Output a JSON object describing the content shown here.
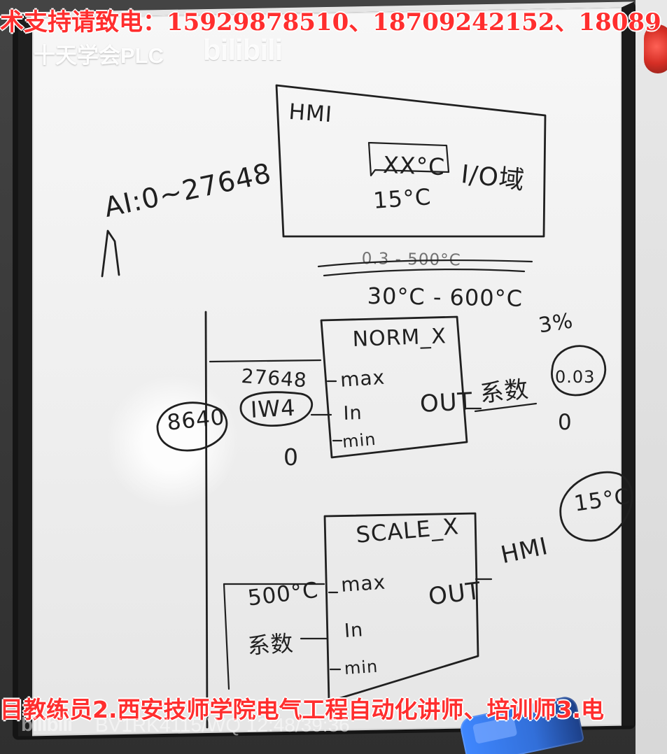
{
  "overlay": {
    "top_banner": "术支持请致电：15929878510、18709242152、18089",
    "course_title": "十天学会PLC",
    "top_logo": "bilibili",
    "bottom_banner": "目教练员2.西安技师学院电气工程自动化讲师、培训师3.电",
    "bottom_logo": "bilibili",
    "video_info": "BV1RK4115/WQ 12:48/39:36"
  },
  "whiteboard": {
    "hmi_title": "HMI",
    "display_value": "XX°C",
    "display_temp": "15°C",
    "io_label": "I/O域",
    "ai_range": "AI:0~27648",
    "scale_crossed": "0.3 - 500°C",
    "scale_range": "30°C - 600°C",
    "norm_block": {
      "title": "NORM_X",
      "max_input": "27648",
      "max_pin": "max",
      "in_value": "IW4",
      "in_pin": "In",
      "min_pin": "min",
      "zero": "0",
      "out_pin": "OUT",
      "out_text": "系数",
      "percent": "3%",
      "result": "0.03",
      "result_zero": "0",
      "sample_value": "8640"
    },
    "scale_block": {
      "title": "SCALE_X",
      "max_input": "500°C",
      "max_pin": "max",
      "in_value": "系数",
      "in_pin": "In",
      "min_pin": "min",
      "out_pin": "OUT",
      "out_target": "HMI",
      "target_temp": "15°C"
    }
  },
  "colors": {
    "board": "#f2f2f2",
    "marker": "#202020",
    "accent_red": "#ff2e2e",
    "device_blue": "#3f87ff"
  }
}
